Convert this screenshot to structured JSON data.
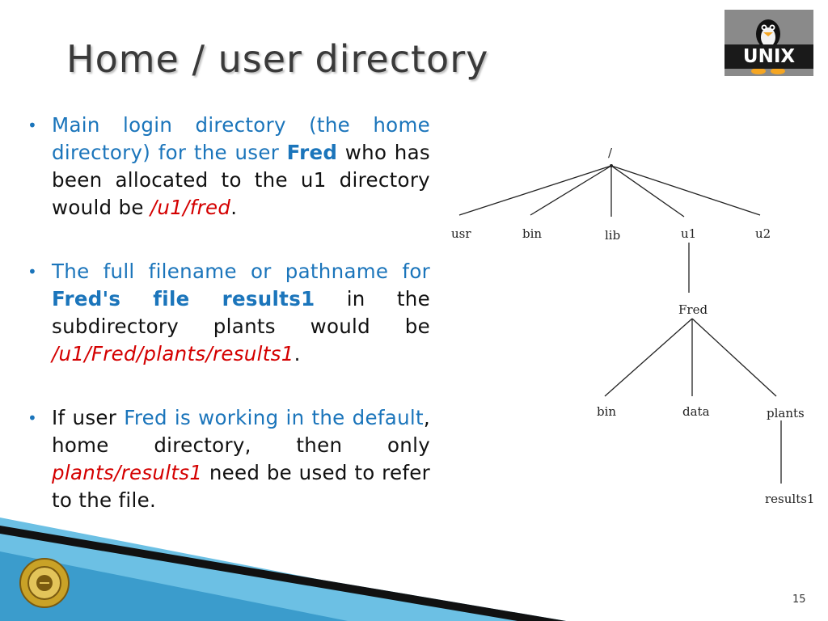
{
  "slide": {
    "title": "Home / user directory",
    "page_number": "15",
    "logo_text": "UNIX"
  },
  "bullets": [
    {
      "parts": [
        {
          "text": "Main login directory (the home directory) for the user ",
          "style": "blue"
        },
        {
          "text": "Fred",
          "style": "blue bold"
        },
        {
          "text": " who has been allocated to the u1 directory would be ",
          "style": ""
        },
        {
          "text": "/u1/fred",
          "style": "red"
        },
        {
          "text": ".",
          "style": ""
        }
      ]
    },
    {
      "parts": [
        {
          "text": "The full filename or pathname for ",
          "style": "blue"
        },
        {
          "text": "Fred's file results1",
          "style": "blue bold"
        },
        {
          "text": " in the subdirectory plants would be ",
          "style": ""
        },
        {
          "text": "/u1/Fred/plants/results1",
          "style": "red"
        },
        {
          "text": ".",
          "style": ""
        }
      ]
    },
    {
      "parts": [
        {
          "text": "If user ",
          "style": ""
        },
        {
          "text": "Fred is working in the default",
          "style": "blue"
        },
        {
          "text": ", home directory, then only ",
          "style": ""
        },
        {
          "text": "plants/results1",
          "style": "red"
        },
        {
          "text": " need be used to refer to the file.",
          "style": ""
        }
      ]
    }
  ],
  "tree": {
    "root": "/",
    "level1": [
      "usr",
      "bin",
      "lib",
      "u1",
      "u2"
    ],
    "user": "Fred",
    "level3": [
      "bin",
      "data",
      "plants"
    ],
    "file": "results1"
  }
}
